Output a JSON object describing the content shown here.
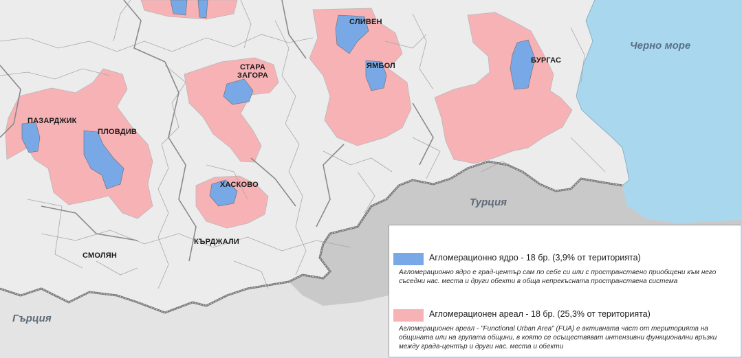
{
  "colors": {
    "sea": "#a9d8ee",
    "land": "#ececec",
    "neighbor": "#c9c9c9",
    "core": "#78a9e6",
    "areal": "#f7b2b6",
    "border": "#7a7a7a"
  },
  "labels": {
    "sea": "Черно море",
    "turkey": "Турция",
    "greece": "Гърция"
  },
  "cities": {
    "sliven": "СЛИВЕН",
    "yambol": "ЯМБОЛ",
    "burgas": "БУРГАС",
    "stara_zagora": "СТАРА\nЗАГОРА",
    "pazardzhik": "ПАЗАРДЖИК",
    "plovdiv": "ПЛОВДИВ",
    "haskovo": "ХАСКОВО",
    "kardzhali": "КЪРДЖАЛИ",
    "smolyan": "СМОЛЯН"
  },
  "legend": {
    "core": {
      "title": "Агломерационно ядро - 18 бр. (3,9% от територията)",
      "description": "Агломерационно ядро е град-център сам по себе си или с пространствено приобщени към него съседни нас. места и други обекти в обща непрекъсната пространствена система"
    },
    "areal": {
      "title": "Агломерационен ареал - 18 бр. (25,3% от територията)",
      "description": "Агломерационен ареал - \"Functional Urban Area\" (FUA) е активната част от територията на общината или на групата общини, в която се осъществяват интензивни функционални връзки между града-център и други нас. места и обекти"
    }
  }
}
